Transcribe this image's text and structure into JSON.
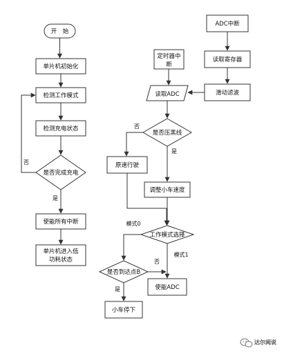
{
  "left": {
    "start": "开　始",
    "init": "单片机初始化",
    "detect_mode": "检测工作模式",
    "detect_charge": "检测充电状态",
    "charge_done": "是否完成充电",
    "no": "否",
    "yes": "是",
    "enable_int": "使能所有中断",
    "low_power_1": "单片机进入低",
    "low_power_2": "功耗状态"
  },
  "right": {
    "adc_int": "ADC中断",
    "read_reg": "读取寄存器",
    "filter": "滑动滤波",
    "timer_int_1": "定时器中",
    "timer_int_2": "断",
    "read_adc": "读取ADC",
    "on_black": "是否压黑线",
    "no": "否",
    "yes": "是",
    "keep_speed": "原速行驶",
    "adjust_speed": "调整小车速度",
    "mode0": "模式0",
    "mode_select": "工作模式选择",
    "mode1": "模式1",
    "reach_b": "是否到达点B",
    "no2": "否",
    "yes2": "是",
    "enable_adc": "使能ADC",
    "stop": "小车停下"
  },
  "watermark": {
    "text": "达尔闻说"
  }
}
